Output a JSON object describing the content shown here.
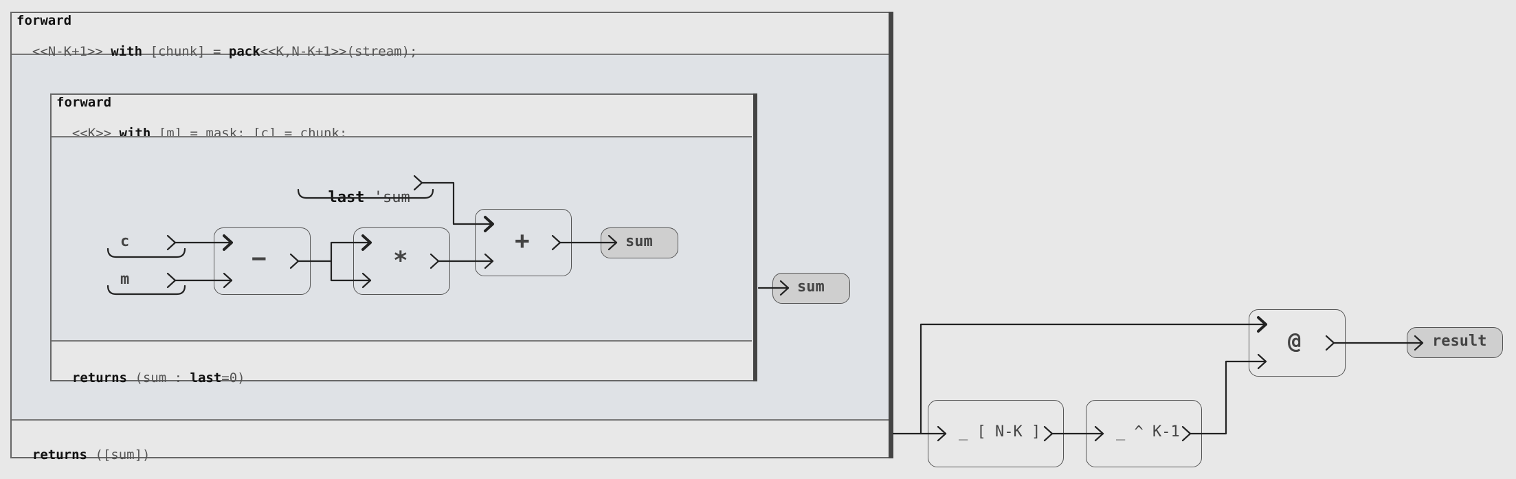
{
  "outer": {
    "header_kw": "forward",
    "header_line1": "<<N-K+1>>",
    "header_with": "with",
    "header_chunk": "[chunk] = ",
    "header_pack": "pack",
    "header_pack_args": "<<K,N-K+1>>(stream);",
    "footer_kw": "returns",
    "footer_rest": "([sum])"
  },
  "inner": {
    "header_kw": "forward",
    "header_line1": "<<K>>",
    "header_with": "with",
    "header_rest": "[m] = mask; [c] = chunk;",
    "footer_kw": "returns",
    "footer_open": "(sum : ",
    "footer_last": "last",
    "footer_close": "=0)"
  },
  "nodes": {
    "last_kw": "last",
    "last_var": "'sum",
    "c": "c",
    "m": "m",
    "minus": "−",
    "times": "*",
    "plus": "+",
    "sum_inner": "sum",
    "sum_outer": "sum",
    "index": "_ [ N-K ]",
    "power": "_ ^ K-1",
    "matmul": "@",
    "result": "result"
  }
}
